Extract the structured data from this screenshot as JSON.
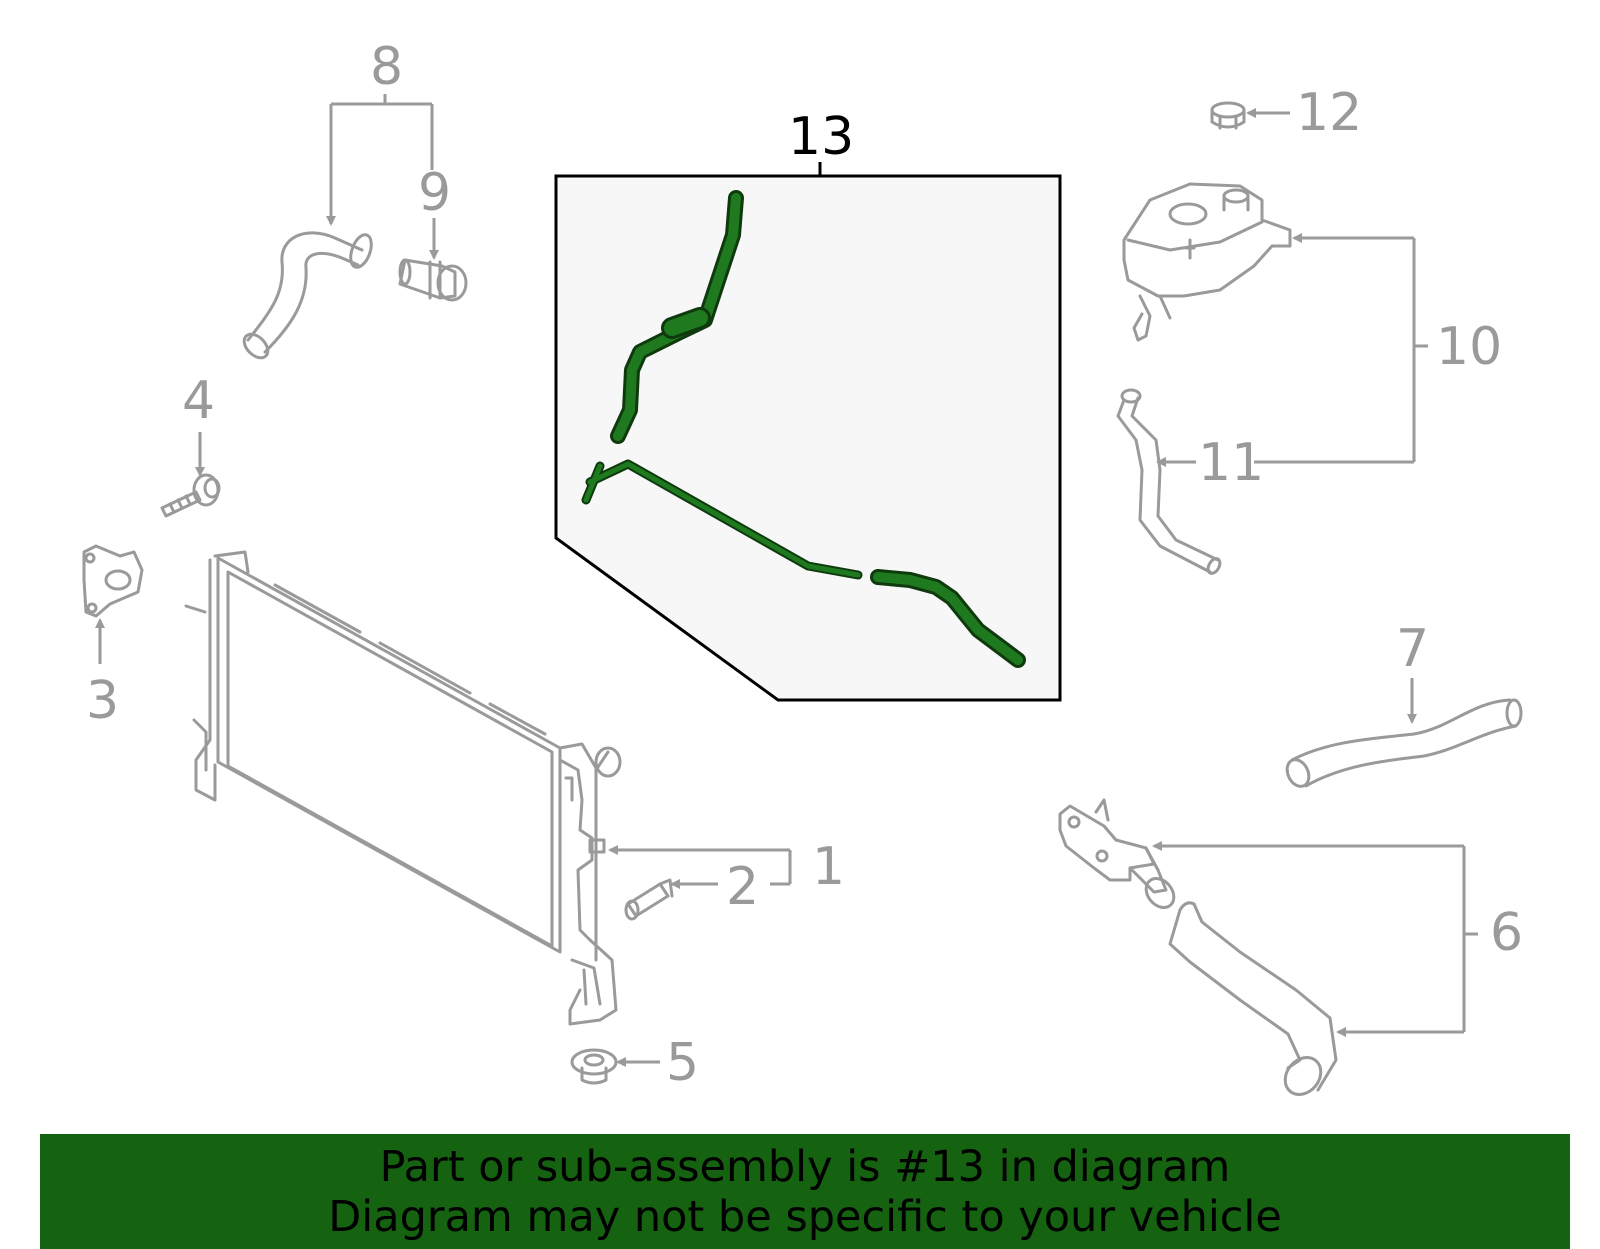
{
  "diagram": {
    "callouts": {
      "c1": "1",
      "c2": "2",
      "c3": "3",
      "c4": "4",
      "c5": "5",
      "c6": "6",
      "c7": "7",
      "c8": "8",
      "c9": "9",
      "c10": "10",
      "c11": "11",
      "c12": "12",
      "c13": "13"
    },
    "highlight_color": "#1f7a1f",
    "part_color": "#9a9a9a"
  },
  "banner": {
    "line1": "Part or sub-assembly is #13 in diagram",
    "line2": "Diagram may not be specific to your vehicle",
    "background": "#156211"
  }
}
